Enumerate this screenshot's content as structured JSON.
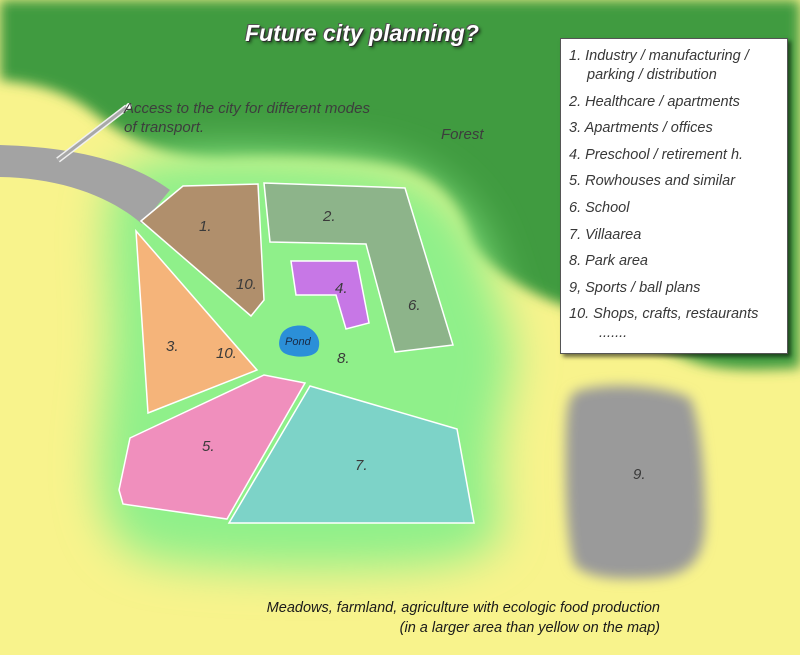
{
  "title": "Future city planning?",
  "access_note": "Access to the city for different modes of transport.",
  "forest_label": "Forest",
  "pond_label": "Pond",
  "zones": [
    {
      "label": "1.",
      "color": "#b08f6c"
    },
    {
      "label": "2.",
      "color": "#8db48a"
    },
    {
      "label": "3.",
      "color": "#f5b47a"
    },
    {
      "label": "4.",
      "color": "#c777e6"
    },
    {
      "label": "5.",
      "color": "#f08fbd"
    },
    {
      "label": "6.",
      "color": "#8db48a"
    },
    {
      "label": "7.",
      "color": "#7dd3c8"
    },
    {
      "label": "8.",
      "color": "#8ff08a"
    },
    {
      "label": "9.",
      "color": "#9a9a9a"
    },
    {
      "label": "10.",
      "color": "#b08f6c"
    },
    {
      "label": "10.",
      "color": "#f5b47a"
    }
  ],
  "legend": [
    "1. Industry / manufacturing / parking / distribution",
    "2. Healthcare / apartments",
    "3. Apartments / offices",
    "4. Preschool / retirement h.",
    "5. Rowhouses and similar",
    "6. School",
    "7. Villaarea",
    "8. Park area",
    "9, Sports / ball plans",
    "10. Shops, crafts, restaurants ......."
  ],
  "footer": {
    "line1": "Meadows, farmland, agriculture with ecologic food production",
    "line2": "(in a larger area than yellow on the map)"
  },
  "colors": {
    "farmland": "#f8f38c",
    "forest": "#3f9b3f",
    "meadow": "#8ff08a",
    "road": "#a3a3a3",
    "pond": "#2b8fd8"
  }
}
